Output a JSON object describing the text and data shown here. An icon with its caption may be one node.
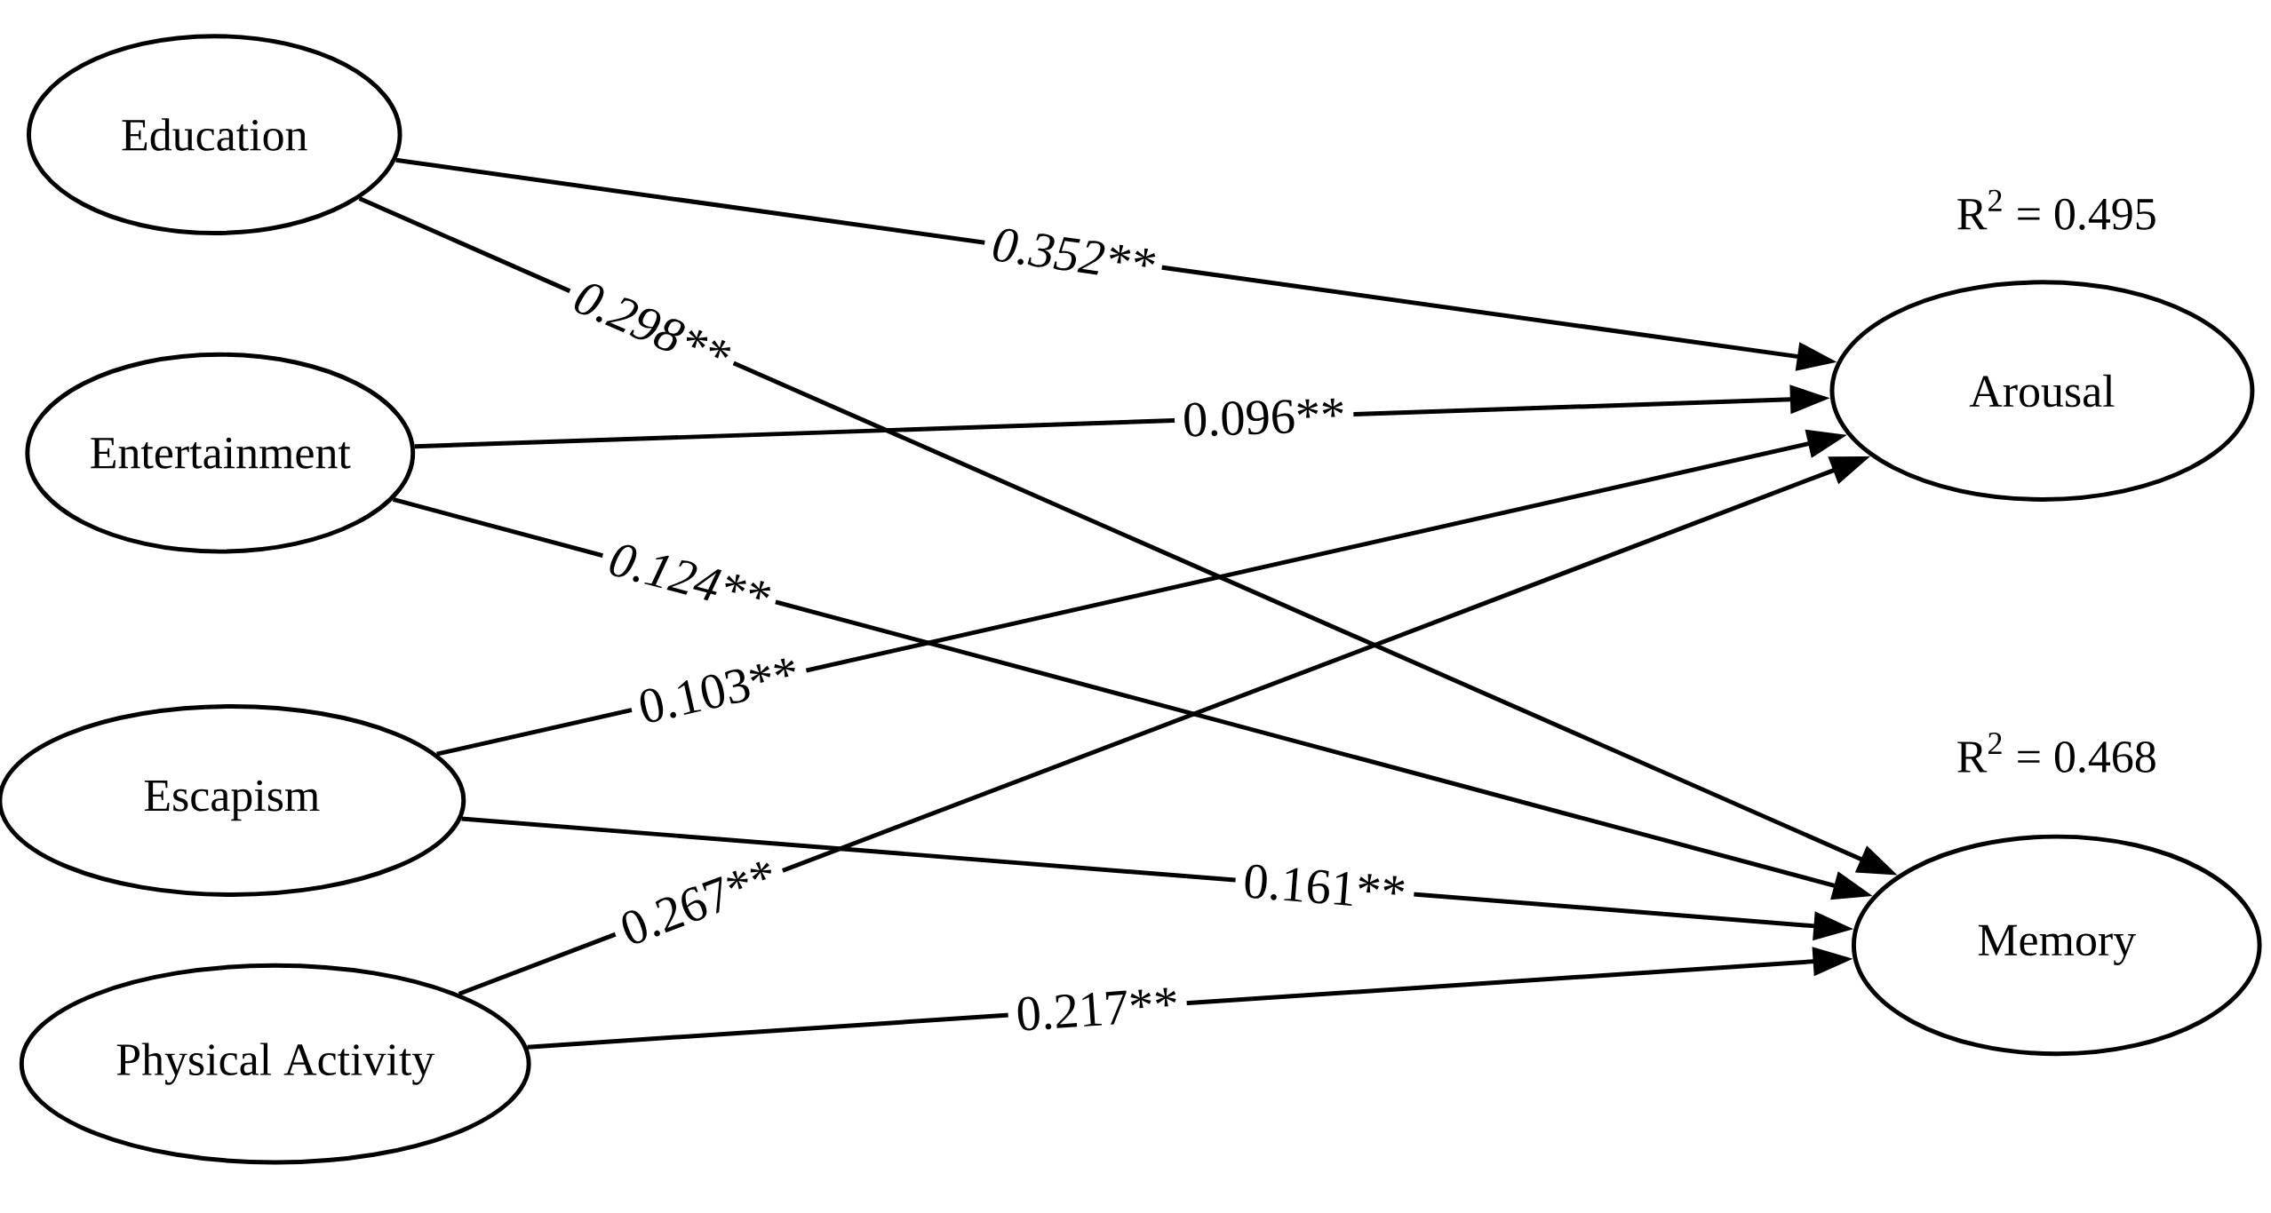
{
  "diagram": {
    "nodes": [
      {
        "text": [
          "Education"
        ]
      },
      {
        "text": [
          "Entertainment"
        ]
      },
      {
        "text": [
          "Escapism"
        ]
      },
      {
        "text": [
          "Physical Activity"
        ]
      },
      {
        "text": [
          "Arousal"
        ],
        "beside": [
          "R$^{2}$ = 0.495"
        ]
      },
      {
        "text": [
          "Memory"
        ],
        "beside": [
          "R$^{2}$ = 0.468"
        ]
      }
    ],
    "edges": [
      {
        "from": 0,
        "to": 4,
        "arrow": "to",
        "label": "0.352**"
      },
      {
        "from": 0,
        "to": 5,
        "arrow": "to",
        "label": "0.298**"
      },
      {
        "from": 1,
        "to": 4,
        "arrow": "to",
        "label": "0.096**"
      },
      {
        "from": 1,
        "to": 5,
        "arrow": "to",
        "label": "0.124**"
      },
      {
        "from": 2,
        "to": 4,
        "arrow": "to",
        "label": "0.103**"
      },
      {
        "from": 2,
        "to": 5,
        "arrow": "to",
        "label": "0.161**"
      },
      {
        "from": 3,
        "to": 4,
        "arrow": "to",
        "label": "0.267**"
      },
      {
        "from": 3,
        "to": 5,
        "arrow": "to",
        "label": "0.217**"
      }
    ]
  }
}
